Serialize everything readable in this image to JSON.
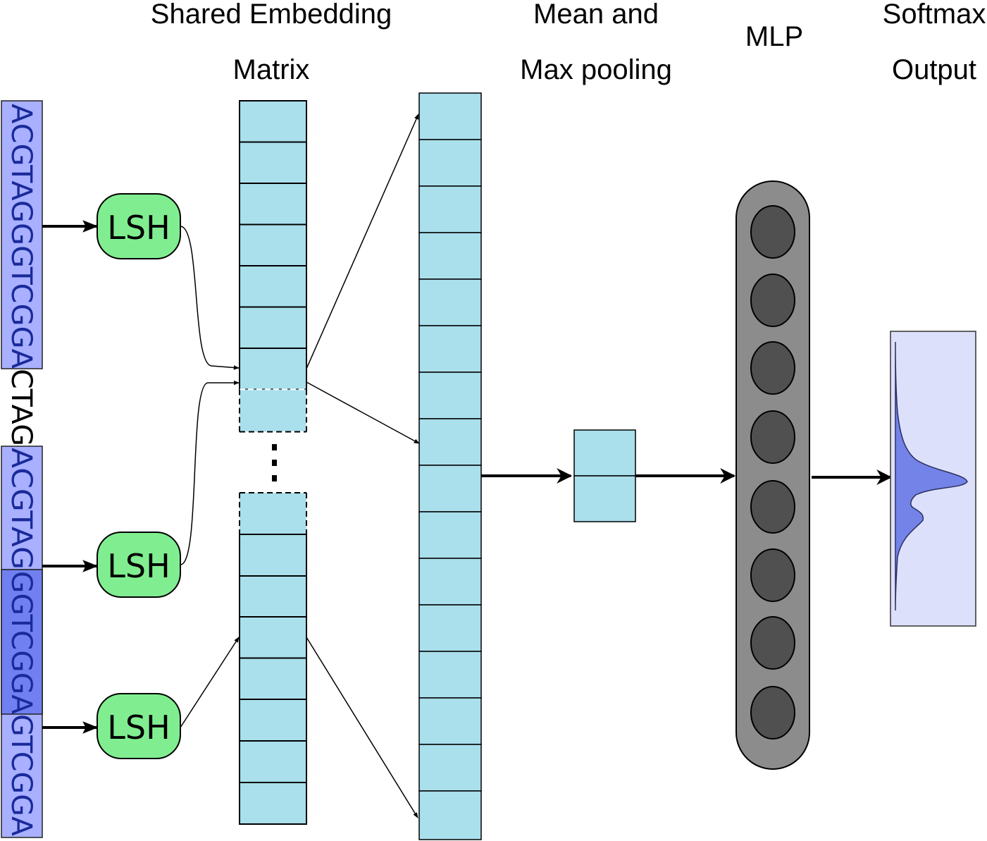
{
  "titles": {
    "embedding_line1": "Shared Embedding",
    "embedding_line2": "Matrix",
    "pooling_line1": "Mean and",
    "pooling_line2": "Max pooling",
    "mlp": "MLP",
    "softmax_line1": "Softmax",
    "softmax_line2": "Output"
  },
  "sequence": {
    "seg1": "ACGTAGGGTCGGA",
    "seg2": "CTAG",
    "seg3": "ACGTAG",
    "seg4": "GGTCGGA",
    "seg5": "GTCGGA"
  },
  "lsh_blocks": [
    {
      "label": "LSH"
    },
    {
      "label": "LSH"
    },
    {
      "label": "LSH"
    }
  ],
  "embedding_ellipsis": "⋮",
  "colors": {
    "sequence_window": "#a8b0ff",
    "sequence_overlap": "#7080f0",
    "sequence_text": "#1a2a9a",
    "lsh_fill": "#80ee90",
    "cell_fill": "#aadfec",
    "mlp_body": "#8c8c8c",
    "mlp_node": "#505050",
    "softmax_bg": "#dde0fa",
    "softmax_curve": "#7383e8"
  }
}
